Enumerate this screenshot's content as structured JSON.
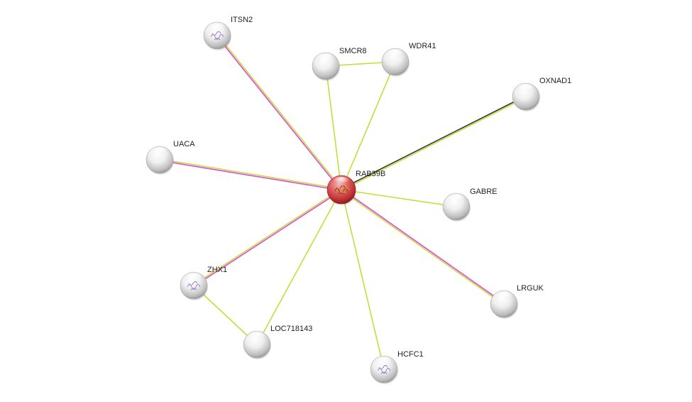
{
  "colors": {
    "textmining": "#c7dc3a",
    "experiments": "#d94ad9",
    "coexpression": "#333333",
    "query_node": "#d23b3b",
    "node": "#e8e8e8"
  },
  "nodes": [
    {
      "id": "RAB39B",
      "label": "RAB39B",
      "query": true,
      "icon": "protein-structure-icon"
    },
    {
      "id": "ITSN2",
      "label": "ITSN2",
      "icon": "protein-structure-icon"
    },
    {
      "id": "SMCR8",
      "label": "SMCR8"
    },
    {
      "id": "WDR41",
      "label": "WDR41"
    },
    {
      "id": "OXNAD1",
      "label": "OXNAD1"
    },
    {
      "id": "UACA",
      "label": "UACA"
    },
    {
      "id": "GABRE",
      "label": "GABRE"
    },
    {
      "id": "ZHX1",
      "label": "ZHX1",
      "icon": "protein-structure-icon"
    },
    {
      "id": "LRGUK",
      "label": "LRGUK"
    },
    {
      "id": "LOC718143",
      "label": "LOC718143"
    },
    {
      "id": "HCFC1",
      "label": "HCFC1",
      "icon": "protein-structure-icon"
    }
  ],
  "edges": [
    {
      "source": "RAB39B",
      "target": "ITSN2",
      "types": [
        "experiments",
        "textmining"
      ]
    },
    {
      "source": "RAB39B",
      "target": "SMCR8",
      "types": [
        "textmining"
      ]
    },
    {
      "source": "RAB39B",
      "target": "WDR41",
      "types": [
        "textmining"
      ]
    },
    {
      "source": "SMCR8",
      "target": "WDR41",
      "types": [
        "textmining"
      ]
    },
    {
      "source": "RAB39B",
      "target": "OXNAD1",
      "types": [
        "coexpression",
        "textmining"
      ]
    },
    {
      "source": "RAB39B",
      "target": "UACA",
      "types": [
        "experiments",
        "textmining"
      ]
    },
    {
      "source": "RAB39B",
      "target": "GABRE",
      "types": [
        "textmining"
      ]
    },
    {
      "source": "RAB39B",
      "target": "ZHX1",
      "types": [
        "experiments",
        "textmining"
      ]
    },
    {
      "source": "RAB39B",
      "target": "LRGUK",
      "types": [
        "experiments",
        "textmining"
      ]
    },
    {
      "source": "RAB39B",
      "target": "LOC718143",
      "types": [
        "textmining"
      ]
    },
    {
      "source": "RAB39B",
      "target": "HCFC1",
      "types": [
        "textmining"
      ]
    },
    {
      "source": "ZHX1",
      "target": "LOC718143",
      "types": [
        "textmining"
      ]
    }
  ]
}
